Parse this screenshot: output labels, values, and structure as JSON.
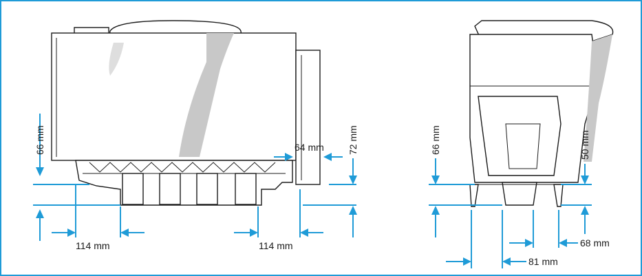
{
  "frame_color": "#1f9bd7",
  "dimension_color": "#1f9bd7",
  "front_view": {
    "left_height_label": "66 mm",
    "left_width_label": "114 mm",
    "right_width_label": "114 mm",
    "small_flange_label": "64 mm",
    "right_height_label": "72 mm"
  },
  "side_view": {
    "left_height_label": "66 mm",
    "right_height_label": "50 mm",
    "bottom_width_label": "81 mm",
    "right_width_label": "68 mm"
  }
}
